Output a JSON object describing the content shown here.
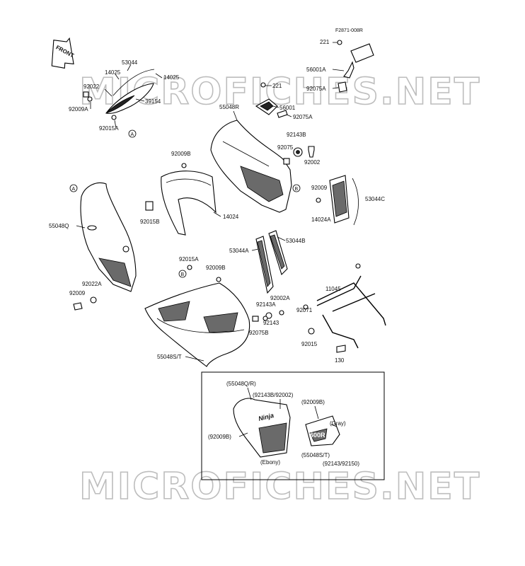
{
  "figure_code": "F2871-008R",
  "front_label": "FRONT",
  "watermark": "MICROFICHES.NET",
  "callouts": {
    "A": "A",
    "B": "B"
  },
  "labels": {
    "p221_top": "221",
    "p56001A": "56001A",
    "p92075A_top": "92075A",
    "p221_mid": "221",
    "p56001": "56001",
    "p92075A_mid": "92075A",
    "p53044": "53044",
    "p14025_l": "14025",
    "p14025_r": "14025",
    "p92022": "92022",
    "p92009A": "92009A",
    "p39154": "39154",
    "p92015A_top": "92015A",
    "p55048R": "55048R",
    "p92143B": "92143B",
    "p92075": "92075",
    "p92002": "92002",
    "p92009B_top": "92009B",
    "p92009_right": "92009",
    "p53044C": "53044C",
    "p14024A": "14024A",
    "p55048Q": "55048Q",
    "p92015B": "92015B",
    "p14024": "14024",
    "p53044A": "53044A",
    "p53044B": "53044B",
    "p92015A_mid": "92015A",
    "p92009B_mid": "92009B",
    "p92022A": "92022A",
    "p92009_left": "92009",
    "p11045": "11045",
    "p92002A": "92002A",
    "p92143A": "92143A",
    "p92143": "92143",
    "p92075B": "92075B",
    "p92071": "92071",
    "p92015": "92015",
    "p130": "130",
    "p55048ST": "55048S/T"
  },
  "inset": {
    "l_55048QR": "(55048Q/R)",
    "l_92143B_92002": "(92143B/92002)",
    "l_92009B_a": "(92009B)",
    "l_gray": "(Gray)",
    "l_92009B_b": "(92009B)",
    "l_55048ST": "(55048S/T)",
    "l_ebony": "(Ebony)",
    "l_92143_92150": "(92143/92150)",
    "decal_ninja": "Ninja",
    "decal_600r": "600R"
  }
}
